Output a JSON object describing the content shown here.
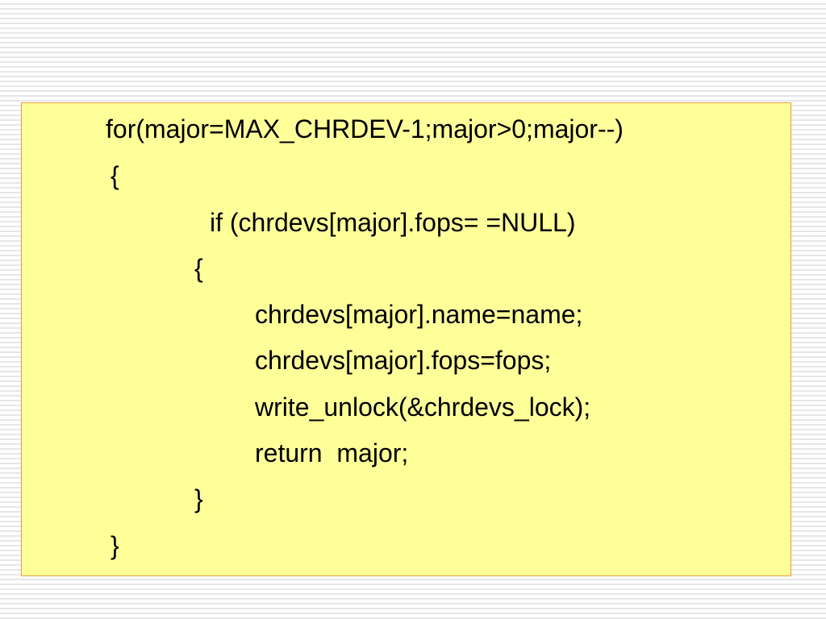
{
  "slide": {
    "code_box": {
      "background": "#ffff99",
      "border": "#e0a040",
      "lines": [
        "for(major=MAX_CHRDEV-1;major>0;major--)",
        "{",
        "if (chrdevs[major].fops= =NULL)",
        "{",
        "chrdevs[major].name=name;",
        "chrdevs[major].fops=fops;",
        "write_unlock(&chrdevs_lock);",
        "return  major;",
        "}",
        "}"
      ]
    }
  }
}
